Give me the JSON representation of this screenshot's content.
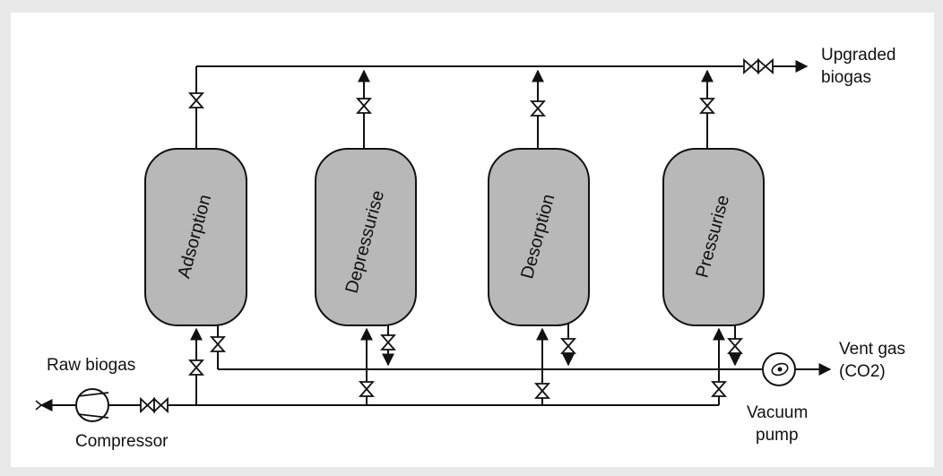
{
  "colors": {
    "background": "#e9e9e9",
    "panel": "#ffffff",
    "vessel_fill": "#b8b8b8",
    "line": "#111111"
  },
  "labels": {
    "upgraded_biogas_line1": "Upgraded",
    "upgraded_biogas_line2": "biogas",
    "raw_biogas": "Raw biogas",
    "compressor": "Compressor",
    "vent_gas_line1": "Vent gas",
    "vent_gas_line2": "(CO2)",
    "vacuum_pump_line1": "Vacuum",
    "vacuum_pump_line2": "pump"
  },
  "vessels": [
    {
      "label": "Adsorption"
    },
    {
      "label": "Depressurise"
    },
    {
      "label": "Desorption"
    },
    {
      "label": "Pressurise"
    }
  ],
  "icons": {
    "valve": "bowtie-valve-icon",
    "compressor": "compressor-icon",
    "vacuum_pump": "vacuum-pump-icon",
    "flow_arrow": "arrow-icon"
  }
}
